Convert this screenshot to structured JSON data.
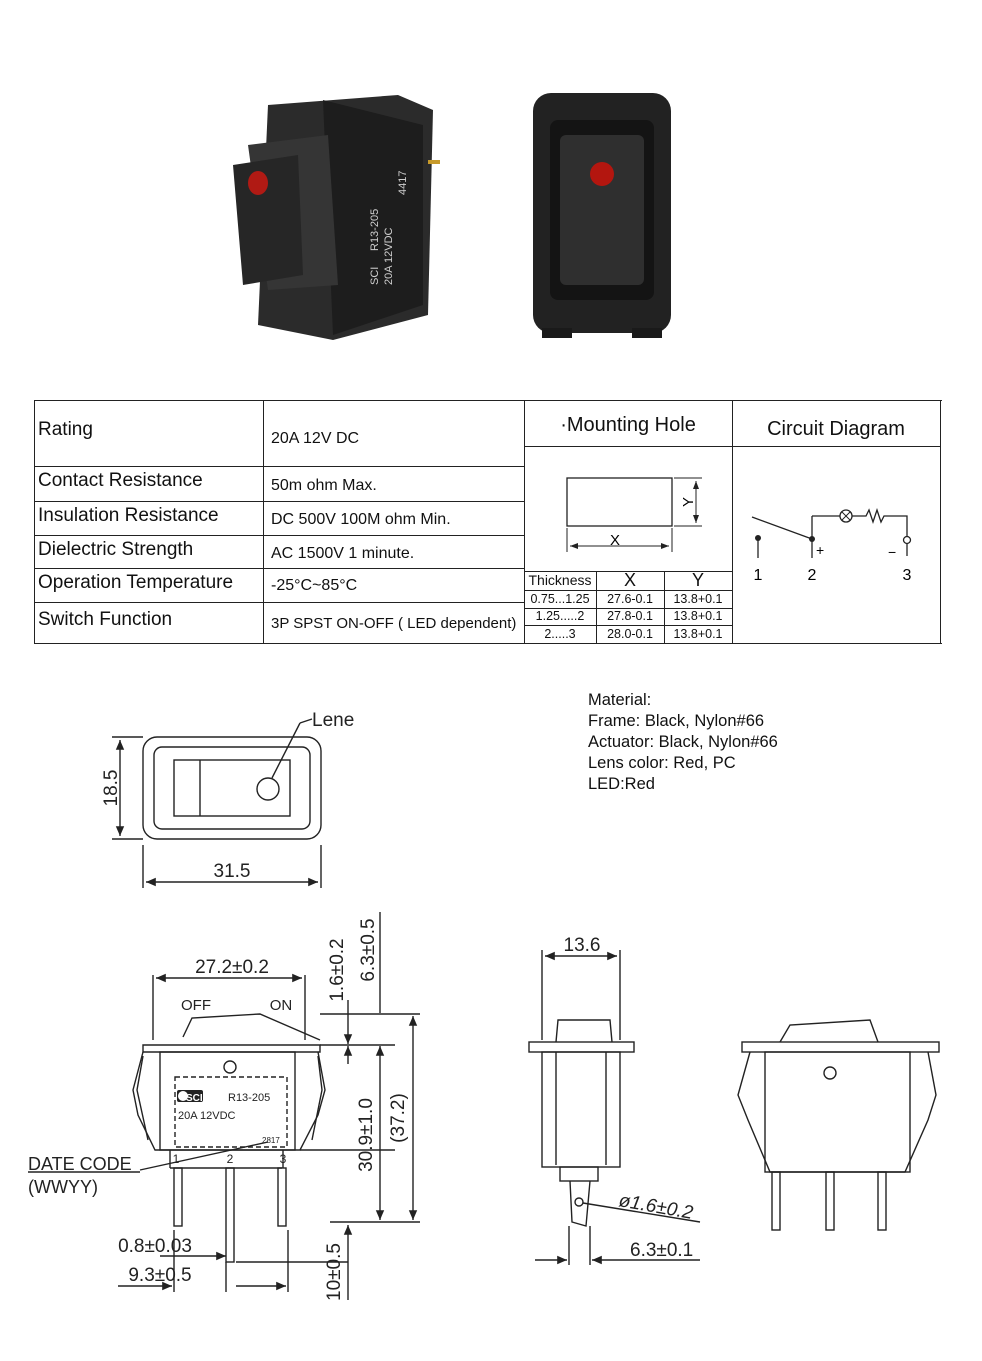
{
  "specs": [
    {
      "label": "Rating",
      "value": "20A 12V DC"
    },
    {
      "label": "Contact Resistance",
      "value": "50m ohm Max."
    },
    {
      "label": "Insulation Resistance",
      "value": "DC 500V 100M ohm Min."
    },
    {
      "label": "Dielectric Strength",
      "value": "AC 1500V 1 minute."
    },
    {
      "label": "Operation Temperature",
      "value": "-25°C~85°C"
    },
    {
      "label": "Switch Function",
      "value": "3P SPST ON-OFF ( LED dependent)"
    }
  ],
  "mounting": {
    "title": "·Mounting Hole",
    "x_label": "X",
    "y_label": "Y",
    "headers": [
      "Thickness",
      "X",
      "Y"
    ],
    "rows": [
      [
        "0.75...1.25",
        "27.6-0.1",
        "13.8+0.1"
      ],
      [
        "1.25.....2",
        "27.8-0.1",
        "13.8+0.1"
      ],
      [
        "2.....3",
        "28.0-0.1",
        "13.8+0.1"
      ]
    ]
  },
  "circuit": {
    "title": "Circuit Diagram",
    "pins": [
      "1",
      "2",
      "3"
    ],
    "plus": "+",
    "minus": "−"
  },
  "material": [
    "Material:",
    "Frame: Black, Nylon#66",
    "Actuator: Black, Nylon#66",
    "Lens color:  Red, PC",
    "LED:Red"
  ],
  "dims": {
    "lene": "Lene",
    "h185": "18.5",
    "w315": "31.5",
    "w272": "27.2±0.2",
    "off": "OFF",
    "on": "ON",
    "d16": "1.6±0.2",
    "d63": "6.3±0.5",
    "d309": "30.9±1.0",
    "d372": "(37.2)",
    "d105": "10±0.5",
    "d08": "0.8±0.03",
    "d93": "9.3±0.5",
    "date": "DATE CODE",
    "wwyy": "(WWYY)",
    "brand": "SCI",
    "model": "R13-205",
    "rating": "20A 12VDC",
    "code": "2817",
    "p1": "1",
    "p2": "2",
    "p3": "3",
    "w136": "13.6",
    "phi": "ø1.6±0.2",
    "t63": "6.3±0.1"
  },
  "photo_text": {
    "brand": "SCI",
    "model": "R13-205",
    "rating": "20A 12VDC",
    "code": "4417"
  }
}
